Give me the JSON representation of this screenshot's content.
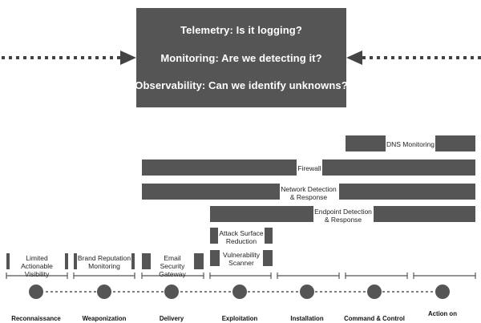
{
  "header": {
    "lines": [
      "Telemetry: Is it logging?",
      "Monitoring: Are we detecting it?",
      "Observability: Can we identify unknowns?"
    ]
  },
  "tools": {
    "dns": "DNS Monitoring",
    "firewall": "Firewall",
    "ndr": "Network Detection & Response",
    "edr": "Endpoint Detection & Response",
    "asr": "Attack Surface Reduction",
    "vuln": "Vulnerability Scanner",
    "limited": "Limited Actionable Visibility",
    "brand": "Brand Reputation Monitoring",
    "email": "Email Security Gateway"
  },
  "stages": [
    "Reconnaissance",
    "Weaponization",
    "Delivery",
    "Exploitation",
    "Installation",
    "Command & Control",
    "Action on"
  ],
  "colors": {
    "box": "#555555",
    "arrow": "#444444"
  }
}
